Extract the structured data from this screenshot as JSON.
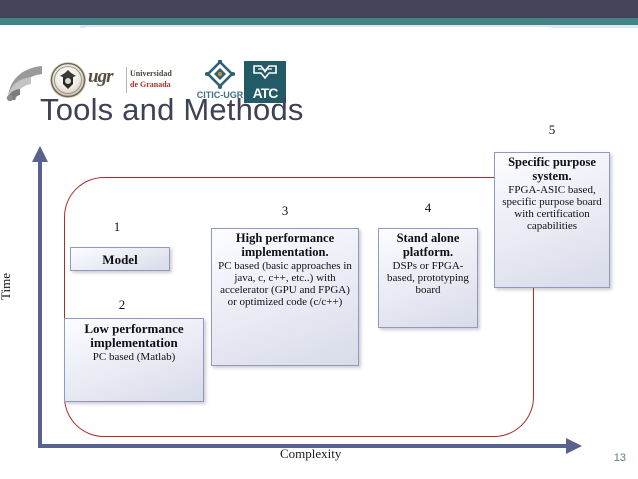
{
  "slide": {
    "title": "Tools and Methods",
    "number": "13"
  },
  "branding": {
    "logos": [
      {
        "name": "waves-logo",
        "text": ""
      },
      {
        "name": "ugr-logo",
        "mark": "ugr",
        "line1": "Universidad",
        "line2": "de Granada"
      },
      {
        "name": "citic-ugr-logo",
        "text": "CITIC-UGR"
      },
      {
        "name": "atc-logo",
        "text": "ATC"
      }
    ]
  },
  "chart_data": {
    "type": "diagram",
    "title": "Tools and Methods",
    "xlabel": "Complexity",
    "ylabel": "Time",
    "grid": false,
    "legend": "none",
    "group_outline_color": "#b02a2a",
    "axis_color": "#59618f",
    "categories": [
      "1",
      "2",
      "3",
      "4",
      "5"
    ],
    "stages": [
      {
        "number": "1",
        "title": "Model",
        "description": "",
        "complexity": 1,
        "time": 2
      },
      {
        "number": "2",
        "title": "Low performance implementation",
        "description": "PC based (Matlab)",
        "complexity": 1,
        "time": 1
      },
      {
        "number": "3",
        "title": "High performance implementation.",
        "description": "PC based (basic approaches in java, c, c++, etc..) with accelerator (GPU and FPGA) or optimized code (c/c++)",
        "complexity": 2,
        "time": 3
      },
      {
        "number": "4",
        "title": "Stand alone platform.",
        "description": "DSPs or FPGA-based, prototyping board",
        "complexity": 3,
        "time": 4
      },
      {
        "number": "5",
        "title": "Specific purpose system.",
        "description": "FPGA-ASIC based, specific purpose board with certification capabilities",
        "complexity": 4,
        "time": 5
      }
    ]
  }
}
